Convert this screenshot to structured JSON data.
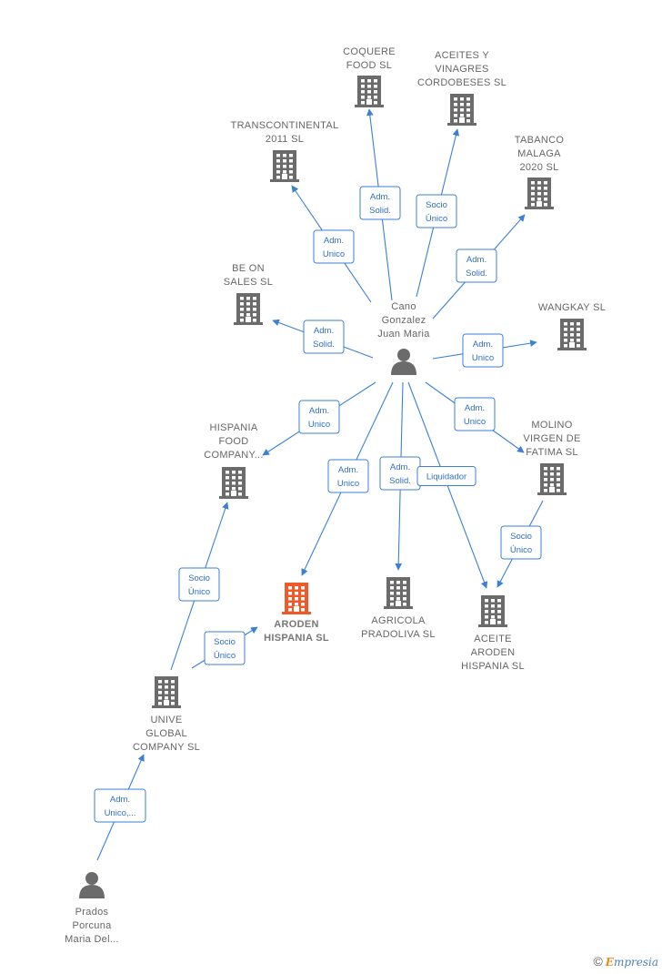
{
  "colors": {
    "edge": "#3c7fd6",
    "node": "#6b6b6b",
    "highlight": "#f05a28"
  },
  "nodes": [
    {
      "id": "cano",
      "type": "person",
      "label": [
        "Cano",
        "Gonzalez",
        "Juan Maria"
      ]
    },
    {
      "id": "prados",
      "type": "person",
      "label": [
        "Prados",
        "Porcuna",
        "Maria Del..."
      ]
    },
    {
      "id": "coquere",
      "type": "building",
      "label": [
        "COQUERE",
        "FOOD  SL"
      ]
    },
    {
      "id": "aceites",
      "type": "building",
      "label": [
        "ACEITES Y",
        "VINAGRES",
        "CORDOBESES SL"
      ]
    },
    {
      "id": "transcont",
      "type": "building",
      "label": [
        "TRANSCONTINENTAL",
        "2011 SL"
      ]
    },
    {
      "id": "tabanco",
      "type": "building",
      "label": [
        "TABANCO",
        "MALAGA",
        "2020  SL"
      ]
    },
    {
      "id": "beon",
      "type": "building",
      "label": [
        "BE ON",
        "SALES  SL"
      ]
    },
    {
      "id": "wangkay",
      "type": "building",
      "label": [
        "WANGKAY  SL"
      ]
    },
    {
      "id": "hispania",
      "type": "building",
      "label": [
        "HISPANIA",
        "FOOD",
        "COMPANY..."
      ]
    },
    {
      "id": "molino",
      "type": "building",
      "label": [
        "MOLINO",
        "VIRGEN DE",
        "FATIMA SL"
      ]
    },
    {
      "id": "aroden",
      "type": "building",
      "label": [
        "ARODEN",
        "HISPANIA  SL"
      ],
      "highlight": true
    },
    {
      "id": "agricola",
      "type": "building",
      "label": [
        "AGRICOLA",
        "PRADOLIVA  SL"
      ]
    },
    {
      "id": "aceite",
      "type": "building",
      "label": [
        "ACEITE",
        "ARODEN",
        "HISPANIA  SL"
      ]
    },
    {
      "id": "unive",
      "type": "building",
      "label": [
        "UNIVE",
        "GLOBAL",
        "COMPANY  SL"
      ]
    }
  ],
  "edges": [
    {
      "from": "cano",
      "to": "coquere",
      "label": [
        "Adm.",
        "Solid."
      ]
    },
    {
      "from": "cano",
      "to": "aceites",
      "label": [
        "Socio",
        "Único"
      ]
    },
    {
      "from": "cano",
      "to": "transcont",
      "label": [
        "Adm.",
        "Unico"
      ]
    },
    {
      "from": "cano",
      "to": "tabanco",
      "label": [
        "Adm.",
        "Solid."
      ]
    },
    {
      "from": "cano",
      "to": "beon",
      "label": [
        "Adm.",
        "Solid."
      ]
    },
    {
      "from": "cano",
      "to": "wangkay",
      "label": [
        "Adm.",
        "Unico"
      ]
    },
    {
      "from": "cano",
      "to": "hispania",
      "label": [
        "Adm.",
        "Unico"
      ]
    },
    {
      "from": "cano",
      "to": "molino",
      "label": [
        "Adm.",
        "Unico"
      ]
    },
    {
      "from": "cano",
      "to": "aroden",
      "label": [
        "Adm.",
        "Unico"
      ]
    },
    {
      "from": "cano",
      "to": "agricola",
      "label": [
        "Adm.",
        "Solid."
      ]
    },
    {
      "from": "cano",
      "to": "aceite",
      "label": [
        "Liquidador"
      ]
    },
    {
      "from": "molino",
      "to": "aceite",
      "label": [
        "Socio",
        "Único"
      ]
    },
    {
      "from": "unive",
      "to": "hispania",
      "label": [
        "Socio",
        "Único"
      ]
    },
    {
      "from": "unive",
      "to": "aroden",
      "label": [
        "Socio",
        "Único"
      ]
    },
    {
      "from": "prados",
      "to": "unive",
      "label": [
        "Adm.",
        "Unico,..."
      ]
    }
  ],
  "brand": {
    "copyright": "©",
    "initial": "E",
    "name": "mpresia"
  }
}
